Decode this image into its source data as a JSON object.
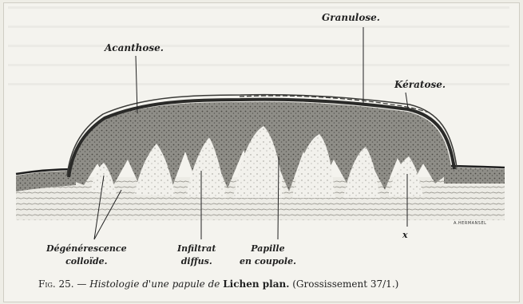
{
  "labels": {
    "acanthose": "Acanthose.",
    "granulose": "Granulose.",
    "keratose": "Kératose.",
    "degenerescence_line1": "Dégénérescence",
    "degenerescence_line2": "colloïde.",
    "infiltrat_line1": "Infiltrat",
    "infiltrat_line2": "diffus.",
    "papille_line1": "Papille",
    "papille_line2": "en coupole.",
    "x_mark": "x"
  },
  "signature": "A.HERMANSEL",
  "caption": {
    "fig": "Fig. 25.",
    "dash": " — ",
    "italic": "Histologie d'une papule de ",
    "bold": "Lichen plan.",
    "rest": " (Grossissement 37/1.)"
  },
  "colors": {
    "ink": "#222222",
    "paper": "#f4f3ee"
  }
}
